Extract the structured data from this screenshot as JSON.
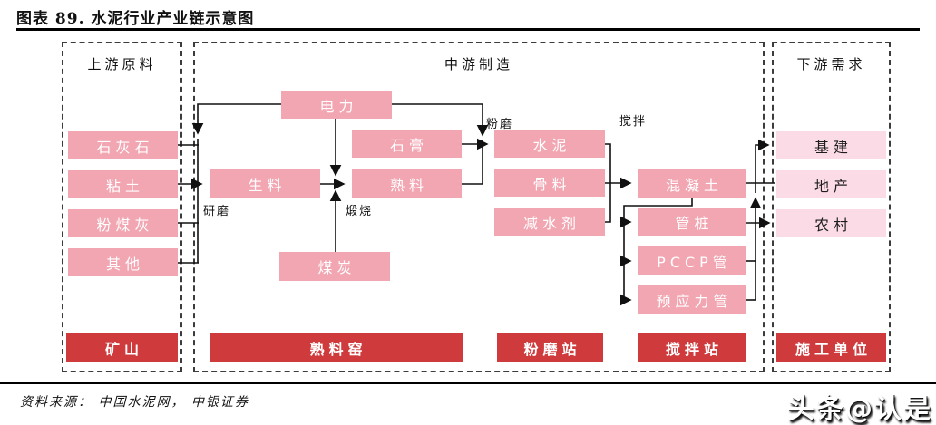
{
  "title": "图表 89. 水泥行业产业链示意图",
  "source": "资料来源： 中国水泥网， 中银证券",
  "watermark": "头条@认是",
  "colors": {
    "node_pink": "#f2a6b2",
    "node_light_pink": "#fbdce6",
    "node_dark_red": "#cf3a3c",
    "line": "#111111"
  },
  "diagram": {
    "upstream": {
      "header": "上游原料",
      "items": [
        "石灰石",
        "粘土",
        "粉煤灰",
        "其他"
      ],
      "facility": "矿山"
    },
    "midstream": {
      "header": "中游制造",
      "power": "电力",
      "gypsum": "石膏",
      "raw_meal": "生料",
      "clinker": "熟料",
      "coal": "煤炭",
      "cement": "水泥",
      "aggregate": "骨料",
      "water_reducer": "减水剂",
      "concrete": "混凝土",
      "pipe_pile": "管桩",
      "pccp_pipe": "PCCP管",
      "prestressed_pipe": "预应力管",
      "process_labels": {
        "grinding": "研磨",
        "calcination": "煅烧",
        "milling": "粉磨",
        "mixing": "搅拌"
      },
      "facilities": [
        "熟料窑",
        "粉磨站",
        "搅拌站"
      ]
    },
    "downstream": {
      "header": "下游需求",
      "items": [
        "基建",
        "地产",
        "农村"
      ],
      "facility": "施工单位"
    }
  }
}
